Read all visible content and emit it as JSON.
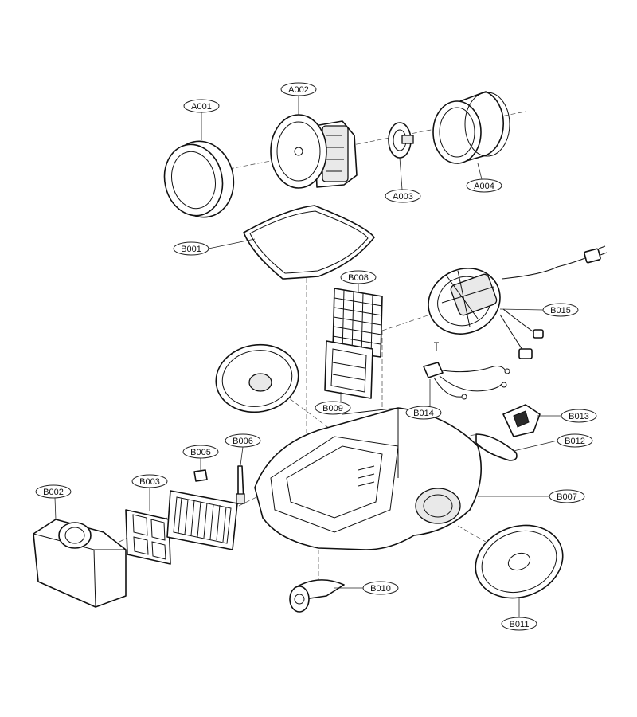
{
  "callouts": [
    {
      "code": "A001"
    },
    {
      "code": "A002"
    },
    {
      "code": "A003"
    },
    {
      "code": "A004"
    },
    {
      "code": "B001"
    },
    {
      "code": "B008"
    },
    {
      "code": "B015"
    },
    {
      "code": "B009"
    },
    {
      "code": "B014"
    },
    {
      "code": "B013"
    },
    {
      "code": "B012"
    },
    {
      "code": "B006"
    },
    {
      "code": "B005"
    },
    {
      "code": "B003"
    },
    {
      "code": "B002"
    },
    {
      "code": "B007"
    },
    {
      "code": "B010"
    },
    {
      "code": "B011"
    }
  ]
}
